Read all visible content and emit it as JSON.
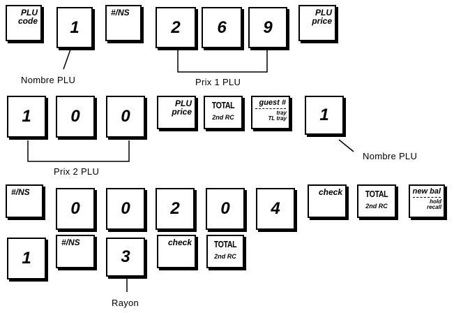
{
  "keys": {
    "plu_code": "PLU\ncode",
    "plu_price": "PLU\nprice",
    "ns": "#/NS",
    "check": "check",
    "total_top": "TOTAL",
    "total_bottom": "2nd RC",
    "guest_top": "guest #",
    "guest_bottom": "tray\nTL tray",
    "newbal_top": "new bal",
    "newbal_bottom": "hold\nrecall",
    "d0": "0",
    "d1": "1",
    "d2": "2",
    "d3": "3",
    "d4": "4",
    "d6": "6",
    "d9": "9"
  },
  "labels": {
    "nombre_plu": "Nombre PLU",
    "prix1": "Prix 1 PLU",
    "prix2": "Prix 2 PLU",
    "rayon": "Rayon"
  }
}
